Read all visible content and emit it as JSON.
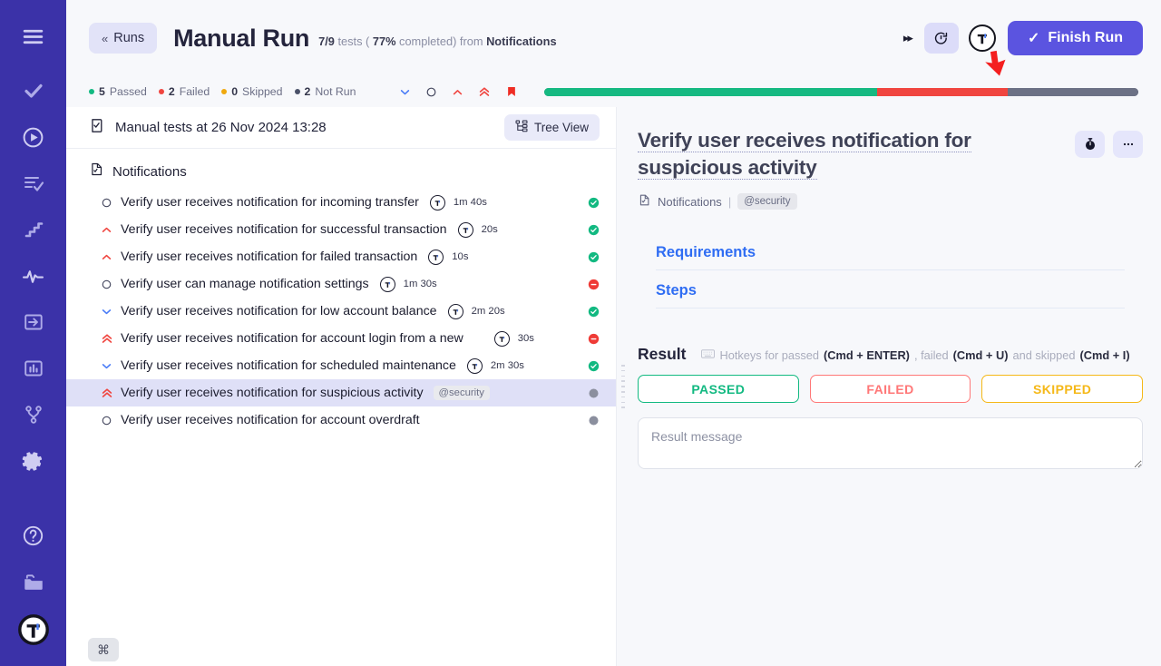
{
  "rail": {
    "items": [
      {
        "name": "menu-icon"
      },
      {
        "name": "check-icon"
      },
      {
        "name": "play-circle-icon"
      },
      {
        "name": "test-list-icon"
      },
      {
        "name": "steps-icon"
      },
      {
        "name": "activity-icon"
      },
      {
        "name": "import-icon"
      },
      {
        "name": "chart-icon"
      },
      {
        "name": "branch-icon"
      },
      {
        "name": "gear-icon"
      },
      {
        "name": "help-icon"
      },
      {
        "name": "folder-icon"
      },
      {
        "name": "user-avatar-icon"
      }
    ]
  },
  "header": {
    "back_label": "Runs",
    "back_chevron": "«",
    "title": "Manual Run",
    "counts": "7/9",
    "tests_word": "tests (",
    "percent": "77%",
    "completed_word": "completed) from",
    "source": "Notifications",
    "fast_forward_icon": "▸▸",
    "timer_button": "timer-icon",
    "avatar_letter": "T",
    "finish_label": "Finish Run",
    "finish_check": "✓",
    "accent": "#5b54e0"
  },
  "status": {
    "legend": [
      {
        "count": "5",
        "label": "Passed",
        "color": "#12b981"
      },
      {
        "count": "2",
        "label": "Failed",
        "color": "#f0453f"
      },
      {
        "count": "0",
        "label": "Skipped",
        "color": "#f0a90e"
      },
      {
        "count": "2",
        "label": "Not Run",
        "color": "#4a5169"
      }
    ],
    "filters": [
      {
        "name": "filter-low-priority",
        "icon": "chevron-down-icon",
        "color": "#4a7cf7"
      },
      {
        "name": "filter-normal-priority",
        "icon": "circle-icon",
        "color": "#45485f"
      },
      {
        "name": "filter-high-priority",
        "icon": "chevron-up-icon",
        "color": "#f0453f"
      },
      {
        "name": "filter-critical-priority",
        "icon": "double-chevron-up-icon",
        "color": "#f0453f"
      },
      {
        "name": "filter-blocker-priority",
        "icon": "bookmark-icon",
        "color": "#ef2d24"
      }
    ],
    "progress": {
      "passed_pct": 56,
      "failed_pct": 22,
      "notrun_pct": 22,
      "passed_color": "#16b981",
      "failed_color": "#f0453f",
      "notrun_color": "#6c7185"
    }
  },
  "list": {
    "head_title": "Manual tests at 26 Nov 2024 13:28",
    "head_icon": "checklist-icon",
    "tree_view_label": "Tree View",
    "tree_view_icon": "tree-icon",
    "group": {
      "icon": "suite-file-icon",
      "name": "Notifications"
    },
    "tests": [
      {
        "priority": "normal",
        "name": "Verify user receives notification for incoming transfer",
        "assignee": "T",
        "duration": "1m 40s",
        "result": "passed",
        "tag": ""
      },
      {
        "priority": "high",
        "name": "Verify user receives notification for successful transaction",
        "assignee": "T",
        "duration": "20s",
        "result": "passed",
        "tag": ""
      },
      {
        "priority": "high",
        "name": "Verify user receives notification for failed transaction",
        "assignee": "T",
        "duration": "10s",
        "result": "passed",
        "tag": ""
      },
      {
        "priority": "normal",
        "name": "Verify user can manage notification settings",
        "assignee": "T",
        "duration": "1m 30s",
        "result": "failed",
        "tag": ""
      },
      {
        "priority": "low",
        "name": "Verify user receives notification for low account balance",
        "assignee": "T",
        "duration": "2m 20s",
        "result": "passed",
        "tag": ""
      },
      {
        "priority": "critical",
        "name": "Verify user receives notification for account login from a new",
        "assignee": "T",
        "duration": "30s",
        "result": "failed",
        "tag": ""
      },
      {
        "priority": "low",
        "name": "Verify user receives notification for scheduled maintenance",
        "assignee": "T",
        "duration": "2m 30s",
        "result": "passed",
        "tag": ""
      },
      {
        "priority": "critical",
        "name": "Verify user receives notification for suspicious activity",
        "assignee": "",
        "duration": "",
        "result": "notrun",
        "tag": "@security",
        "selected": true
      },
      {
        "priority": "normal",
        "name": "Verify user receives notification for account overdraft",
        "assignee": "",
        "duration": "",
        "result": "notrun",
        "tag": ""
      }
    ]
  },
  "detail": {
    "title": "Verify user receives notification for suspicious activity",
    "timer_icon": "stopwatch-icon",
    "more_icon": "ellipsis-icon",
    "crumb_icon": "suite-file-icon",
    "crumb": "Notifications",
    "crumb_sep": "|",
    "crumb_tag": "@security",
    "sections": [
      {
        "label": "Requirements"
      },
      {
        "label": "Steps"
      }
    ],
    "result": {
      "label": "Result",
      "keyboard_icon": "keyboard-icon",
      "hotkey_prefix": "Hotkeys for passed",
      "hotkey_passed": "(Cmd + ENTER)",
      "hotkey_mid": ", failed",
      "hotkey_failed": "(Cmd + U)",
      "hotkey_mid2": "and skipped",
      "hotkey_skipped": "(Cmd + I)",
      "buttons": [
        {
          "label": "PASSED",
          "color": "#12b981"
        },
        {
          "label": "FAILED",
          "color": "#ff7777"
        },
        {
          "label": "SKIPPED",
          "color": "#f5b818"
        }
      ],
      "message_placeholder": "Result message",
      "message_value": ""
    }
  },
  "footer": {
    "cmd_badge": "⌘"
  },
  "annotation": {
    "cursor_arrow_color": "#f41f1f"
  }
}
